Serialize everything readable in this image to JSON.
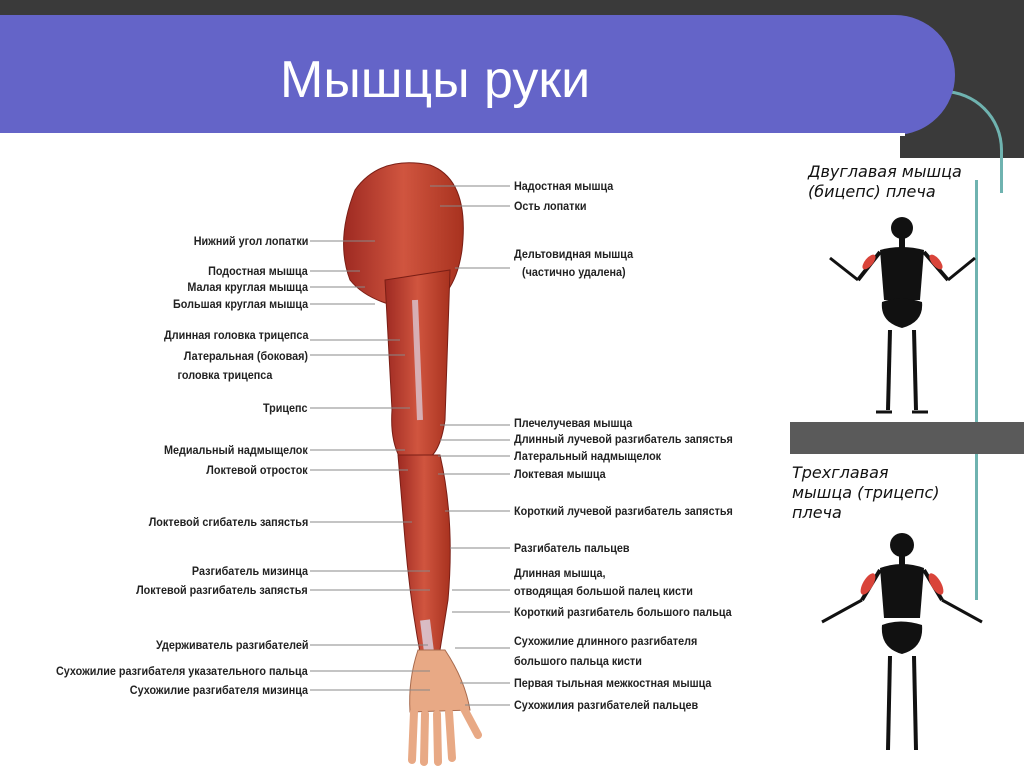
{
  "title": "Мышцы руки",
  "left_labels": [
    "Нижний угол лопатки",
    "Подостная мышца",
    "Малая круглая мышца",
    "Большая круглая мышца",
    "Длинная головка трицепса",
    "Латеральная (боковая)",
    "головка трицепса",
    "Трицепс",
    "Медиальный надмыщелок",
    "Локтевой отросток",
    "Локтевой сгибатель запястья",
    "Разгибатель мизинца",
    "Локтевой разгибатель запястья",
    "Удерживатель разгибателей",
    "Сухожилие разгибателя указательного пальца",
    "Сухожилие разгибателя мизинца"
  ],
  "right_labels": [
    "Надостная мышца",
    "Ость лопатки",
    "Дельтовидная мышца",
    "(частично удалена)",
    "Плечелучевая мышца",
    "Длинный лучевой разгибатель запястья",
    "Латеральный надмыщелок",
    "Локтевая мышца",
    "Короткий лучевой разгибатель запястья",
    "Разгибатель пальцев",
    "Длинная мышца,",
    "отводящая большой палец кисти",
    "Короткий разгибатель большого пальца",
    "Сухожилие длинного разгибателя",
    "большого пальца кисти",
    "Первая тыльная межкостная мышца",
    "Сухожилия разгибателей пальцев"
  ],
  "panel_top_caption": [
    "Двуглавая мышца",
    "(бицепс) плеча"
  ],
  "panel_bottom_caption": [
    "Трехглавая",
    "мышца (трицепс)",
    "плеча"
  ],
  "colors": {
    "banner": "#6464c8",
    "muscle": "#c0392b",
    "accent": "#6fb3b0"
  }
}
